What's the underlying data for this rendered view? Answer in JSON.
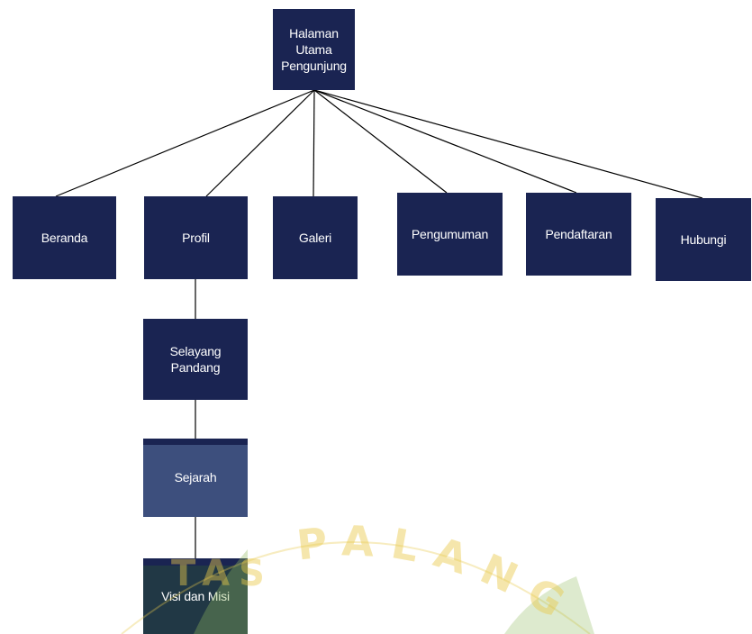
{
  "root": {
    "label_lines": [
      "Halaman",
      "Utama",
      "Pengunjung"
    ]
  },
  "menu": [
    {
      "label": "Beranda"
    },
    {
      "label": "Profil"
    },
    {
      "label": "Galeri"
    },
    {
      "label": "Pengumuman"
    },
    {
      "label": "Pendaftaran"
    },
    {
      "label": "Hubungi"
    }
  ],
  "profil_children": [
    {
      "label_lines": [
        "Selayang",
        "Pandang"
      ]
    },
    {
      "label": "Sejarah"
    },
    {
      "label": "Visi dan Misi"
    }
  ],
  "watermark": {
    "text": "PALANG",
    "partial": "TAS",
    "color": "#e9c94a",
    "green": "#8fb85c"
  },
  "colors": {
    "box": "#1a2452",
    "line": "#000000"
  }
}
